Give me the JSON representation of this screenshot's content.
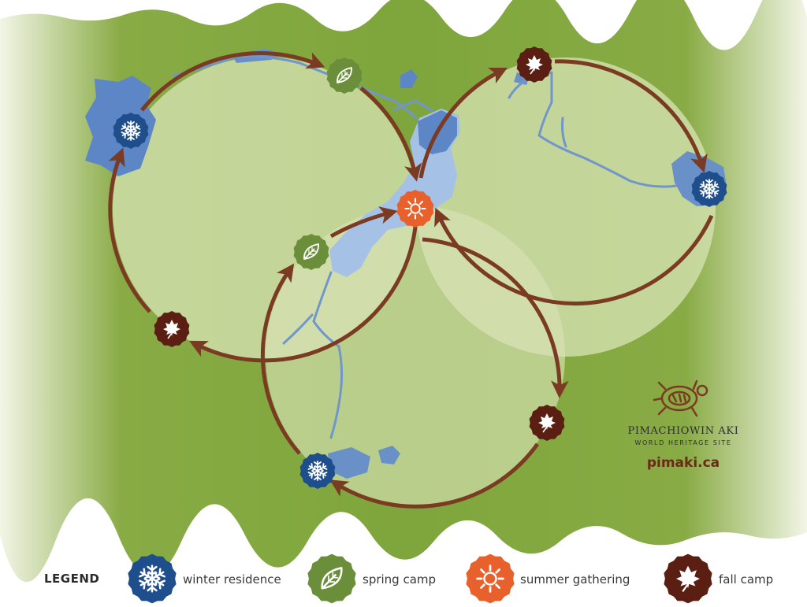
{
  "colors": {
    "winter": "#1f4e8c",
    "spring": "#6b8e3a",
    "summer": "#e8612c",
    "fall": "#5a1e12",
    "arrow": "#7a3b22",
    "land": "#8fb04a",
    "circle_fill": "#dfe8c4",
    "water": "#6a90c8",
    "brand": "#6b2a17"
  },
  "legend": {
    "title": "LEGEND",
    "items": [
      {
        "key": "winter",
        "label": "winter residence",
        "icon": "snowflake-icon"
      },
      {
        "key": "spring",
        "label": "spring camp",
        "icon": "leaf-icon"
      },
      {
        "key": "summer",
        "label": "summer gathering",
        "icon": "sun-icon"
      },
      {
        "key": "fall",
        "label": "fall camp",
        "icon": "maple-leaf-icon"
      }
    ]
  },
  "brand": {
    "title": "PIMACHIOWIN AKI",
    "subtitle": "WORLD HERITAGE SITE",
    "url": "pimaki.ca",
    "logo_icon": "turtle-icon"
  },
  "markers": [
    {
      "id": "circle-1-winter",
      "type": "winter"
    },
    {
      "id": "circle-1-spring",
      "type": "spring"
    },
    {
      "id": "circle-1-fall",
      "type": "fall"
    },
    {
      "id": "circle-2-fall",
      "type": "fall"
    },
    {
      "id": "circle-2-winter",
      "type": "winter"
    },
    {
      "id": "circle-3-spring",
      "type": "spring"
    },
    {
      "id": "circle-3-winter",
      "type": "winter"
    },
    {
      "id": "circle-3-fall",
      "type": "fall"
    },
    {
      "id": "shared-summer",
      "type": "summer"
    }
  ]
}
